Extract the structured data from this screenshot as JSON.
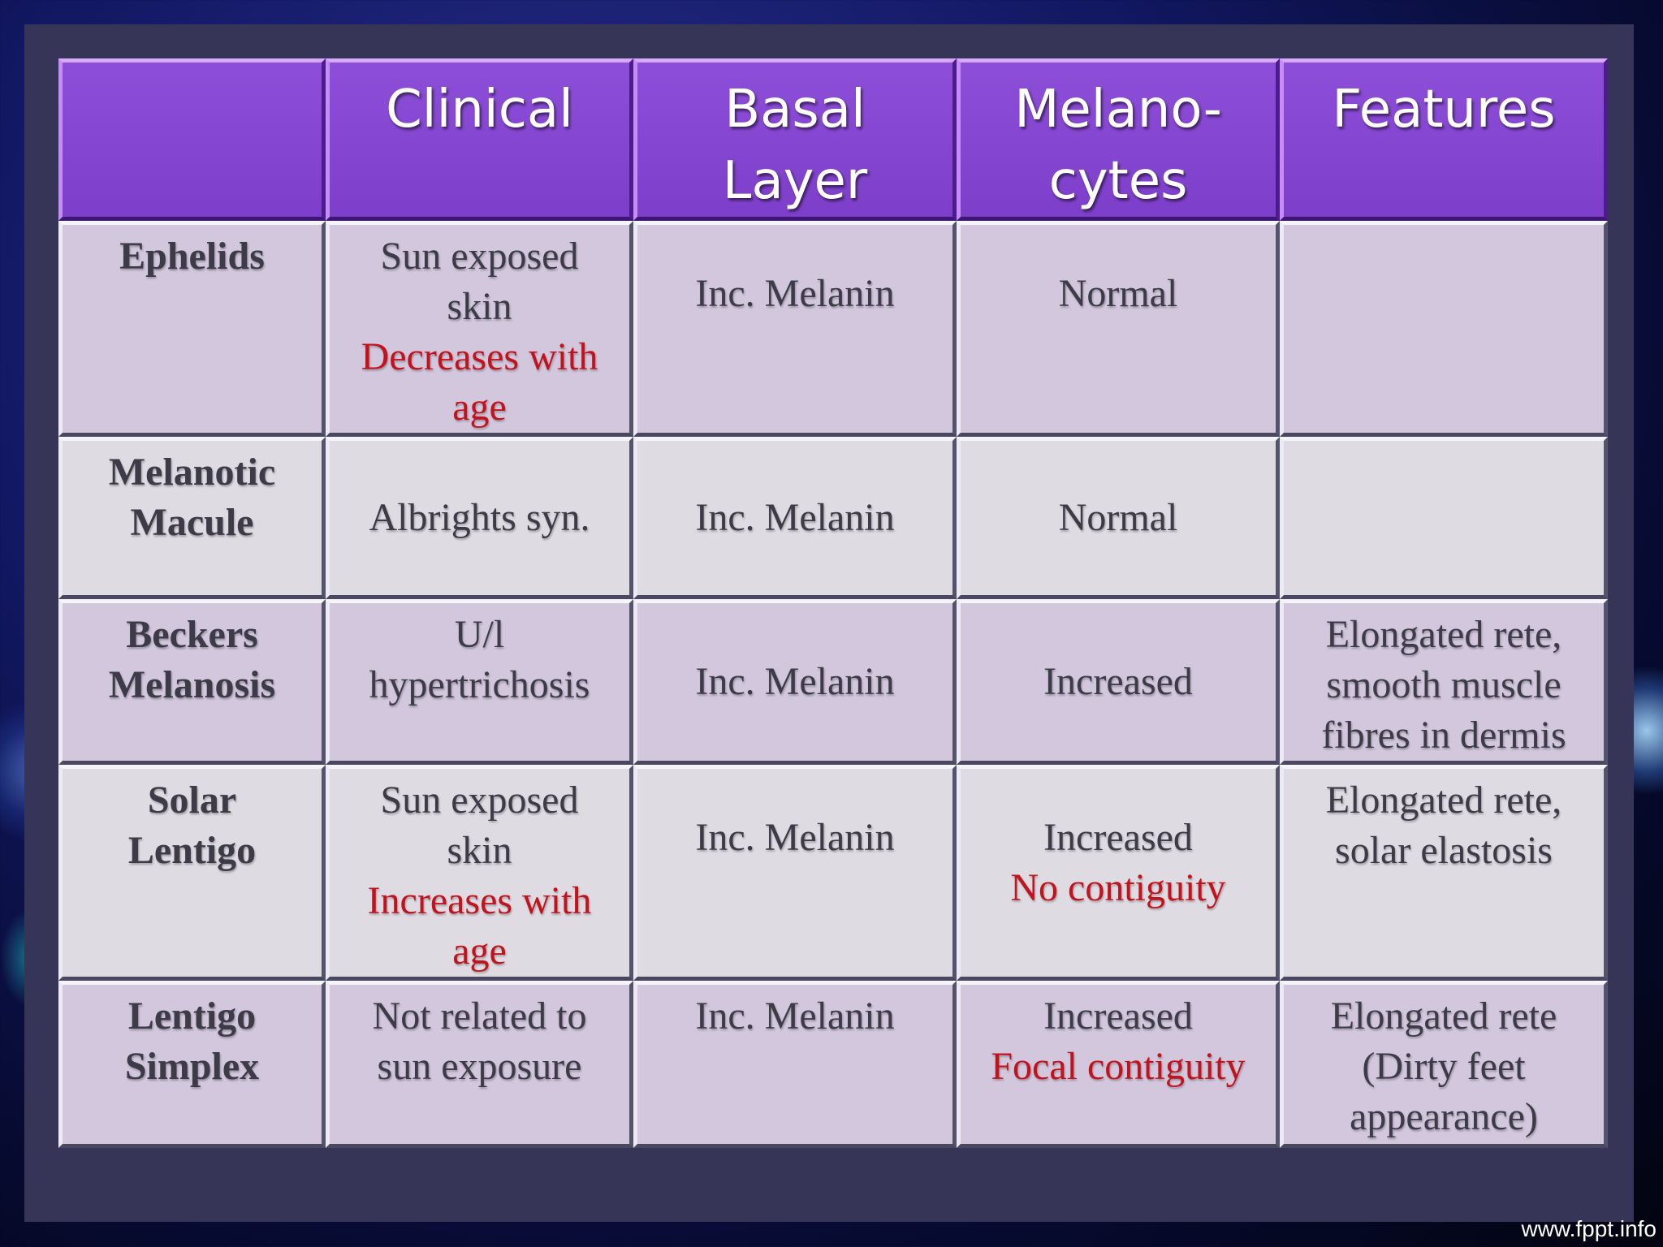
{
  "colors": {
    "header_bg": "#8547d3",
    "row_odd_bg": "#d2c7dd",
    "row_even_bg": "#dedbe3",
    "highlight_text": "#c3121b",
    "panel_bg": "#363558"
  },
  "table": {
    "headers": [
      [],
      [
        "Clinical"
      ],
      [
        "Basal",
        "Layer"
      ],
      [
        "Melano-",
        "cytes"
      ],
      [
        "Features"
      ]
    ],
    "rows": [
      {
        "name": [
          "Ephelids"
        ],
        "clinical": {
          "text": [
            "Sun exposed",
            "skin"
          ],
          "highlight": [
            "Decreases with",
            "age"
          ]
        },
        "basal": {
          "text": [
            "Inc. Melanin"
          ],
          "highlight": []
        },
        "melanocytes": {
          "text": [
            "Normal"
          ],
          "highlight": []
        },
        "features": {
          "text": [],
          "highlight": []
        }
      },
      {
        "name": [
          "Melanotic",
          "Macule"
        ],
        "clinical": {
          "text": [
            "Albrights syn."
          ],
          "highlight": []
        },
        "basal": {
          "text": [
            "Inc. Melanin"
          ],
          "highlight": []
        },
        "melanocytes": {
          "text": [
            "Normal"
          ],
          "highlight": []
        },
        "features": {
          "text": [],
          "highlight": []
        }
      },
      {
        "name": [
          "Beckers",
          "Melanosis"
        ],
        "clinical": {
          "text": [
            "U/l",
            "hypertrichosis"
          ],
          "highlight": []
        },
        "basal": {
          "text": [
            "Inc. Melanin"
          ],
          "highlight": []
        },
        "melanocytes": {
          "text": [
            "Increased"
          ],
          "highlight": []
        },
        "features": {
          "text": [
            "Elongated rete,",
            "smooth muscle",
            "fibres in dermis"
          ],
          "highlight": []
        }
      },
      {
        "name": [
          "Solar",
          "Lentigo"
        ],
        "clinical": {
          "text": [
            "Sun exposed",
            "skin"
          ],
          "highlight": [
            "Increases with",
            "age"
          ]
        },
        "basal": {
          "text": [
            "Inc. Melanin"
          ],
          "highlight": []
        },
        "melanocytes": {
          "text": [
            "Increased"
          ],
          "highlight": [
            "No contiguity"
          ]
        },
        "features": {
          "text": [
            "Elongated rete,",
            "solar elastosis"
          ],
          "highlight": []
        }
      },
      {
        "name": [
          "Lentigo",
          "Simplex"
        ],
        "clinical": {
          "text": [
            "Not related to",
            "sun exposure"
          ],
          "highlight": []
        },
        "basal": {
          "text": [
            "Inc. Melanin"
          ],
          "highlight": []
        },
        "melanocytes": {
          "text": [
            "Increased"
          ],
          "highlight": [
            "Focal contiguity"
          ]
        },
        "features": {
          "text": [
            "Elongated rete",
            "(Dirty feet",
            "appearance)"
          ],
          "highlight": []
        }
      }
    ]
  },
  "footer": {
    "url": "www.fppt.info"
  }
}
